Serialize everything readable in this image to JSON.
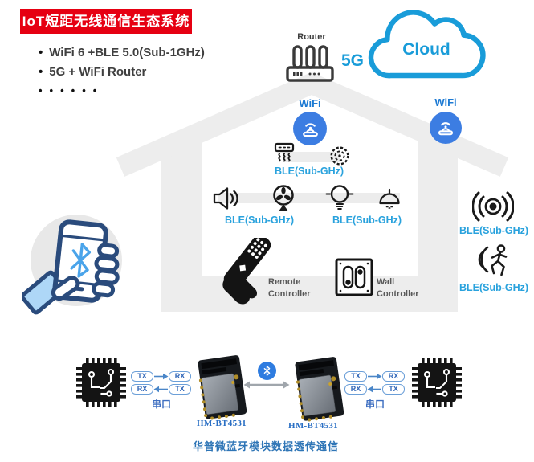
{
  "header": {
    "title": "IoT短距无线通信生态系统",
    "bullet1": "WiFi 6 +BLE 5.0(Sub-1GHz)",
    "bullet2": "5G + WiFi Router",
    "bullet_dots": "••••••",
    "bullet_char": "•"
  },
  "network": {
    "router_label": "Router",
    "five_g_label": "5G",
    "cloud_label": "Cloud",
    "wifi_left_label": "WiFi",
    "wifi_right_label": "WiFi"
  },
  "house": {
    "ble_row1": "BLE(Sub-GHz)",
    "ble_row2_left": "BLE(Sub-GHz)",
    "ble_row2_right": "BLE(Sub-GHz)",
    "remote_line1": "Remote",
    "remote_line2": "Controller",
    "wall_line1": "Wall",
    "wall_line2": "Controller"
  },
  "outdoor": {
    "ble_top": "BLE(Sub-GHz)",
    "ble_bottom": "BLE(Sub-GHz)"
  },
  "bottom": {
    "serial_left": {
      "tx_top": "TX",
      "rx_top": "RX",
      "rx_bottom": "RX",
      "tx_bottom": "TX",
      "port": "串口"
    },
    "serial_right": {
      "tx_top": "TX",
      "rx_top": "RX",
      "rx_bottom": "RX",
      "tx_bottom": "TX",
      "port": "串口"
    },
    "module_left_name": "HM-BT4531",
    "module_right_name": "HM-BT4531",
    "caption": "华普微蓝牙模块数据透传通信"
  },
  "colors": {
    "banner_red": "#e60012",
    "cloud_blue": "#199cd9",
    "wifi_circle_blue": "#3c7de2",
    "ble_blue": "#29a2dd",
    "navy": "#2a4b7c",
    "bt_light_blue": "#4aa4ea",
    "house_gray": "#ededed",
    "serial_blue": "#2f66b8",
    "caption_blue": "#2e75b6"
  }
}
